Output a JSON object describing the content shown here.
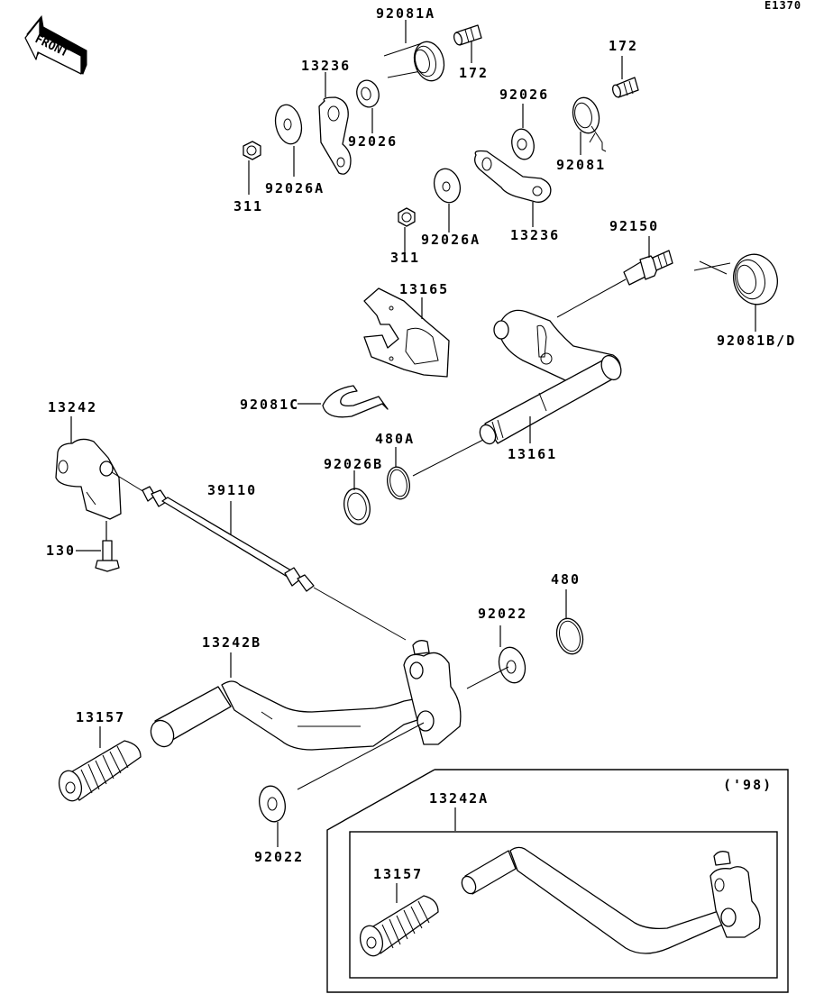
{
  "diagram": {
    "code": "E1370",
    "direction": "FRONT",
    "variant_note": "('98)",
    "labels": {
      "spring_92081A": "92081A",
      "pin_172_a": "172",
      "pin_172_b": "172",
      "lever_13236_a": "13236",
      "washer_92026_a": "92026",
      "washer_92026_b": "92026",
      "spring_92081": "92081",
      "nut_311_a": "311",
      "washer_92026A_a": "92026A",
      "nut_311_b": "311",
      "washer_92026A_b": "92026A",
      "lever_13236_b": "13236",
      "bolt_92150": "92150",
      "spring_92081BD": "92081B/D",
      "plate_13165": "13165",
      "spring_92081C": "92081C",
      "lever_13242": "13242",
      "rod_39110": "39110",
      "circlip_480A": "480A",
      "washer_92026B": "92026B",
      "shaft_13161": "13161",
      "bolt_130": "130",
      "circlip_480": "480",
      "washer_92022_a": "92022",
      "pedal_13242B": "13242B",
      "rubber_13157_a": "13157",
      "washer_92022_b": "92022",
      "pedal_13242A": "13242A",
      "rubber_13157_b": "13157"
    }
  }
}
